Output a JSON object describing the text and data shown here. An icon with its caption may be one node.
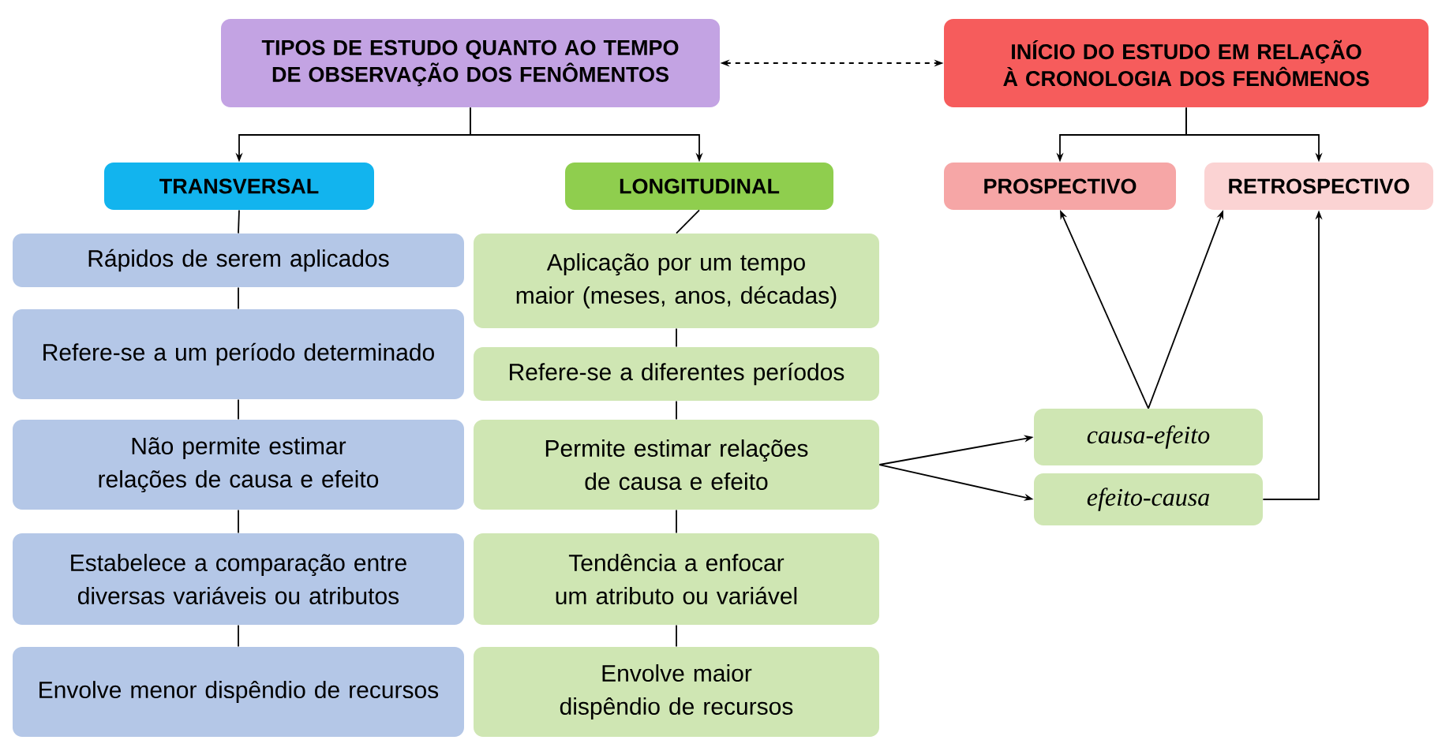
{
  "diagram": {
    "nodes": [
      {
        "text": [
          "TIPOS DE ESTUDO QUANTO AO TEMPO DE OBSERVAÇÃO DOS FENÔMENTOS"
        ]
      },
      {
        "text": [
          "INÍCIO DO ESTUDO EM RELAÇÃO À CRONOLOGIA DOS FENÔMENOS"
        ]
      },
      {
        "text": [
          "TRANSVERSAL"
        ]
      },
      {
        "text": [
          "LONGITUDINAL"
        ]
      },
      {
        "text": [
          "PROSPECTIVO"
        ]
      },
      {
        "text": [
          "RETROSPECTIVO"
        ]
      },
      {
        "text": [
          "Rápidos de serem aplicados"
        ]
      },
      {
        "text": [
          "Refere-se a um período determinado"
        ]
      },
      {
        "text": [
          "Não permite estimar relações de causa e efeito"
        ]
      },
      {
        "text": [
          "Estabelece a comparação entre diversas variáveis ou atributos"
        ]
      },
      {
        "text": [
          "Envolve menor dispêndio de recursos"
        ]
      },
      {
        "text": [
          "Aplicação por um tempo maior (meses, anos, décadas)"
        ]
      },
      {
        "text": [
          "Refere-se a diferentes períodos"
        ]
      },
      {
        "text": [
          "Permite estimar relações de causa e efeito"
        ]
      },
      {
        "text": [
          "Tendência a enfocar um atributo ou variável"
        ]
      },
      {
        "text": [
          "Envolve maior dispêndio de recursos"
        ]
      },
      {
        "text": [
          "causa-efeito"
        ]
      },
      {
        "text": [
          "efeito-causa"
        ]
      }
    ],
    "edges": [
      {
        "from": 0,
        "to": 1,
        "arrow": "both",
        "style": "dashed"
      },
      {
        "from": 0,
        "to": 2,
        "arrow": "to"
      },
      {
        "from": 0,
        "to": 3,
        "arrow": "to"
      },
      {
        "from": 1,
        "to": 4,
        "arrow": "to"
      },
      {
        "from": 1,
        "to": 5,
        "arrow": "to"
      },
      {
        "from": 2,
        "to": 6,
        "arrow": "none"
      },
      {
        "from": 6,
        "to": 7,
        "arrow": "none"
      },
      {
        "from": 7,
        "to": 8,
        "arrow": "none"
      },
      {
        "from": 8,
        "to": 9,
        "arrow": "none"
      },
      {
        "from": 9,
        "to": 10,
        "arrow": "none"
      },
      {
        "from": 3,
        "to": 11,
        "arrow": "none"
      },
      {
        "from": 11,
        "to": 12,
        "arrow": "none"
      },
      {
        "from": 12,
        "to": 13,
        "arrow": "none"
      },
      {
        "from": 13,
        "to": 14,
        "arrow": "none"
      },
      {
        "from": 14,
        "to": 15,
        "arrow": "none"
      },
      {
        "from": 13,
        "to": 16,
        "arrow": "to"
      },
      {
        "from": 13,
        "to": 17,
        "arrow": "to"
      },
      {
        "from": 16,
        "to": 4,
        "arrow": "to"
      },
      {
        "from": 16,
        "to": 5,
        "arrow": "to"
      },
      {
        "from": 17,
        "to": 5,
        "arrow": "to"
      }
    ]
  }
}
